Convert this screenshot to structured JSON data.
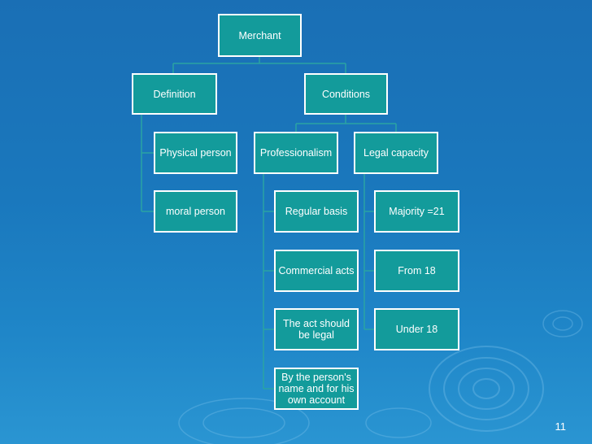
{
  "diagram": {
    "nodes": {
      "merchant": "Merchant",
      "definition": "Definition",
      "conditions": "Conditions",
      "physical_person": "Physical person",
      "moral_person": "moral person",
      "professionalism": "Professionalism",
      "legal_capacity": "Legal capacity",
      "regular_basis": "Regular basis",
      "commercial_acts": "Commercial acts",
      "act_legal": "The act should be legal",
      "persons_name": "By the person's name and for his own account",
      "majority": "Majority =21",
      "from_18": "From 18",
      "under_18": "Under 18"
    },
    "colors": {
      "node_fill": "#139b9b",
      "node_border": "#ffffff",
      "background": "#1a74b9",
      "connector": "#2aa3a3"
    }
  },
  "slide": {
    "page_number": "11"
  }
}
